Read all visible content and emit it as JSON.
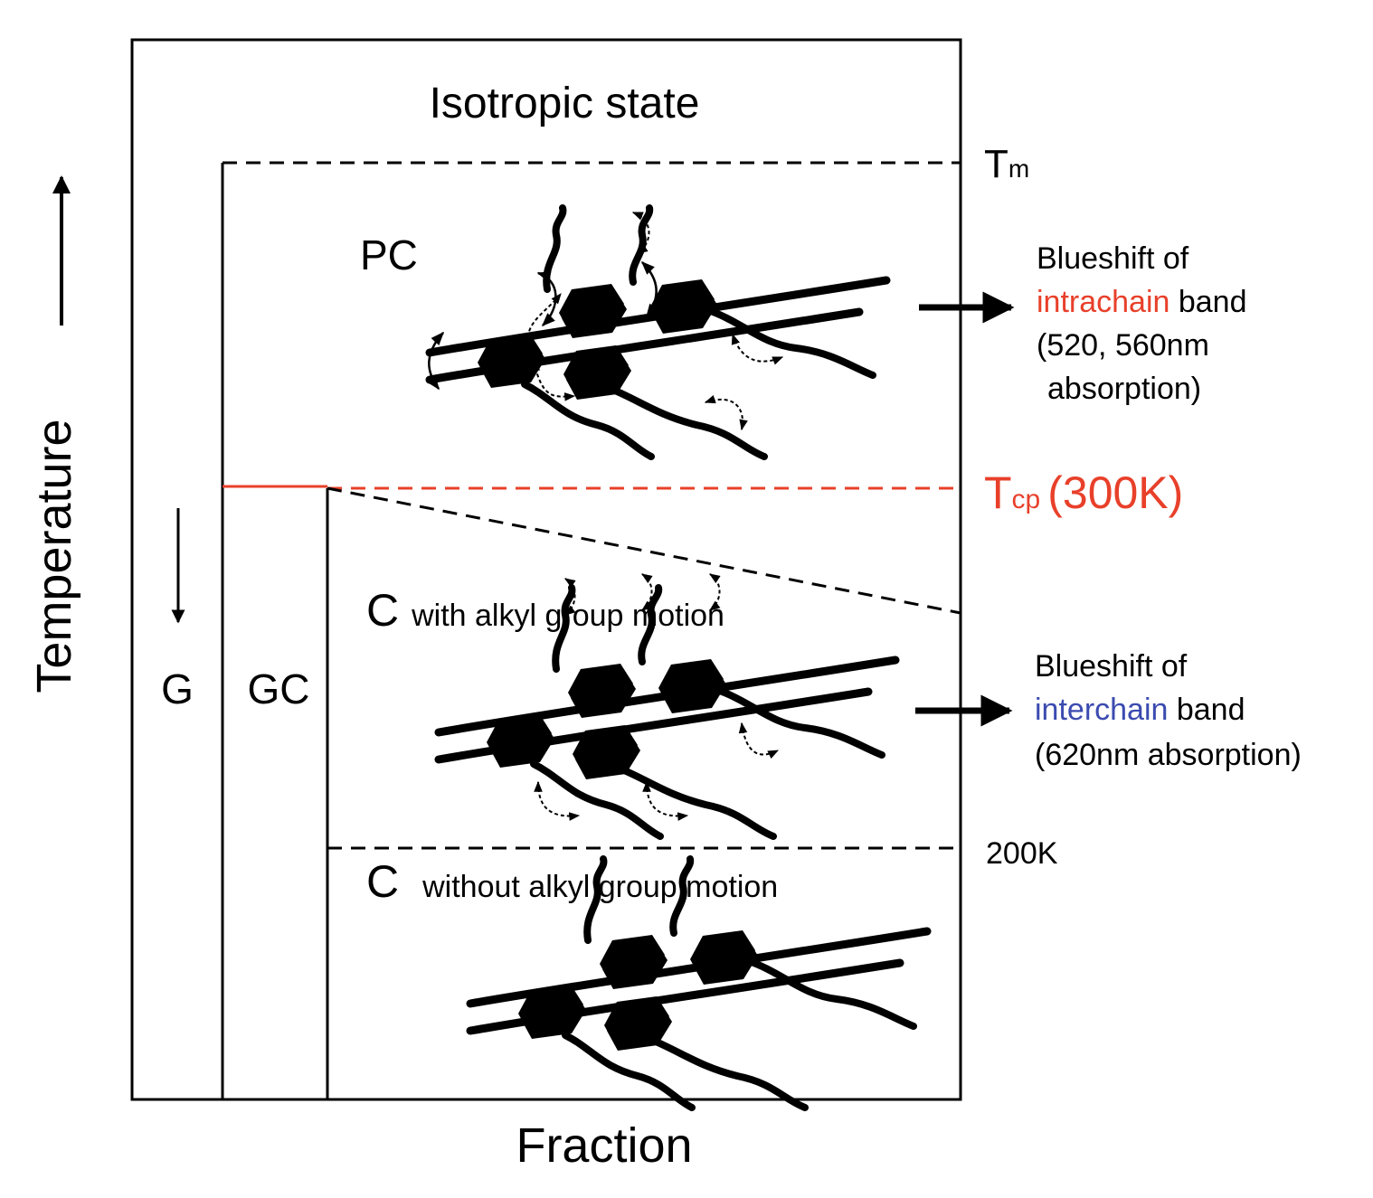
{
  "colors": {
    "ink": "#000000",
    "tcp": "#e8402a",
    "intrachain": "#e8402a",
    "interchain": "#3b4bb0",
    "pc_molecule": "#e41e25",
    "c_alkyl_molecule": "#f39a45",
    "c_alkyl_chain": "#ee6a47",
    "c_frozen_molecule": "#00b6d9"
  },
  "labels": {
    "isotropic": "Isotropic state",
    "tm_main": "T",
    "tm_sub": "m",
    "tcp_main": "T",
    "tcp_sub": "cp",
    "tcp_value": "(300K)",
    "k200": "200K",
    "pc": "PC",
    "c_alkyl_letter": "C",
    "c_alkyl_text": "with alkyl group motion",
    "c_frozen_letter": "C",
    "c_frozen_text": "without alkyl group motion",
    "g": "G",
    "gc": "GC",
    "y_axis": "Temperature",
    "x_axis": "Fraction"
  },
  "annotations": {
    "intrachain": {
      "line1": "Blueshift of",
      "colored_word": "intrachain",
      "rest_word": " band",
      "line3": "(520, 560nm",
      "line4": "absorption)"
    },
    "interchain": {
      "line1": "Blueshift of",
      "colored_word": "interchain",
      "rest_word": " band",
      "line3": "(620nm absorption)"
    }
  },
  "icons": {
    "temperature_up": "up-arrow-icon",
    "temperature_down": "down-arrow-icon",
    "annotation_pointer": "right-arrow-icon",
    "motion": "curved-double-arrow-icon"
  }
}
